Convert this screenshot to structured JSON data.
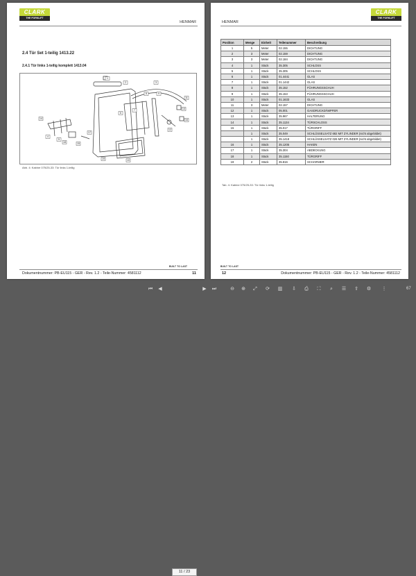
{
  "left_page": {
    "logo_text": "CLARK",
    "logo_tagline": "THE FORKLIFT",
    "header_right": "HENMAR",
    "section_heading": "2.4   Tür Set 1-teilig 1413.22",
    "subsection_heading": "2.4.1     Tür links 1-teilig komplett 1413.04",
    "figure_caption": "Abb. 4: Kabine 075/25-33: Tür links 1-teilig",
    "callout_numbers": [
      "1",
      "2",
      "3",
      "4",
      "5",
      "6",
      "7",
      "8",
      "9",
      "10",
      "11",
      "12",
      "13",
      "14",
      "15",
      "16",
      "17",
      "18",
      "19"
    ],
    "footer_text": "Dokumentnummer: PB-EU115 - GER - Rev. 1.2 - Teile-Nummer: 4581112",
    "built_label": "BUILT TO LAST",
    "page_number": "11"
  },
  "right_page": {
    "logo_text": "CLARK",
    "logo_tagline": "THE FORKLIFT",
    "header_left": "HENMAR",
    "table_headers": [
      "Position",
      "Menge",
      "Einheit",
      "Teilenummer",
      "Beschreibung"
    ],
    "table_rows": [
      [
        "1",
        "5",
        "Meter",
        "02.155",
        "DICHTUNG"
      ],
      [
        "2",
        "3",
        "Meter",
        "02.159",
        "DICHTUNG"
      ],
      [
        "3",
        "3",
        "Meter",
        "02.184",
        "DICHTUNG"
      ],
      [
        "4",
        "1",
        "Stück",
        "35.305",
        "SCHLOSS"
      ],
      [
        "5",
        "1",
        "Stück",
        "35.305",
        "SCHLOSS"
      ],
      [
        "6",
        "1",
        "Stück",
        "01.4441",
        "GLAS"
      ],
      [
        "7",
        "1",
        "Stück",
        "01.1442",
        "GLAS"
      ],
      [
        "8",
        "1",
        "Stück",
        "35.152",
        "FÜHRUNGSSCHUH"
      ],
      [
        "9",
        "1",
        "Stück",
        "35.153",
        "FÜHRUNGSSCHUH"
      ],
      [
        "10",
        "1",
        "Stück",
        "01.1633",
        "GLAS"
      ],
      [
        "11",
        "3",
        "Meter",
        "02.157",
        "DICHTUNG"
      ],
      [
        "12",
        "1",
        "Stück",
        "05.001",
        "GASDRUCKDÄMPFER"
      ],
      [
        "13",
        "1",
        "Stück",
        "35.967",
        "HALTERUNG"
      ],
      [
        "14",
        "1",
        "Stück",
        "35.1134",
        "TÜRSCHLOSS"
      ],
      [
        "15",
        "1",
        "Stück",
        "35.017",
        "TÜRGRIFF"
      ],
      [
        "",
        "1",
        "Stück",
        "35.049",
        "SCHLÜSSELSATZ 682 MIT ZYLINDER (nicht abgebildet)"
      ],
      [
        "",
        "1",
        "Stück",
        "35.1418",
        "SCHLÜSSELSATZ 026 MIT ZYLINDER (nicht abgebildet)"
      ],
      [
        "16",
        "1",
        "Stück",
        "35.1205",
        "HAKEN"
      ],
      [
        "17",
        "1",
        "Stück",
        "35.304",
        "ABDECKUNG"
      ],
      [
        "18",
        "1",
        "Stück",
        "35.1150",
        "TÜRGRIFF"
      ],
      [
        "19",
        "2",
        "Stück",
        "35.816",
        "SCHARNIER"
      ]
    ],
    "table_caption": "Tab. 4: Kabine 075/25-33: Tür links 1-teilig",
    "footer_text": "Dokumentnummer: PB-EU115 - GER - Rev. 1.2 - Teile-Nummer: 4581112",
    "built_label": "BUILT TO LAST",
    "page_number": "12"
  },
  "toolbar": {
    "page_indicator": "11 / 23",
    "zoom_fragment": "67"
  },
  "colors": {
    "brand": "#c5d93a",
    "background": "#5b5b5b"
  }
}
